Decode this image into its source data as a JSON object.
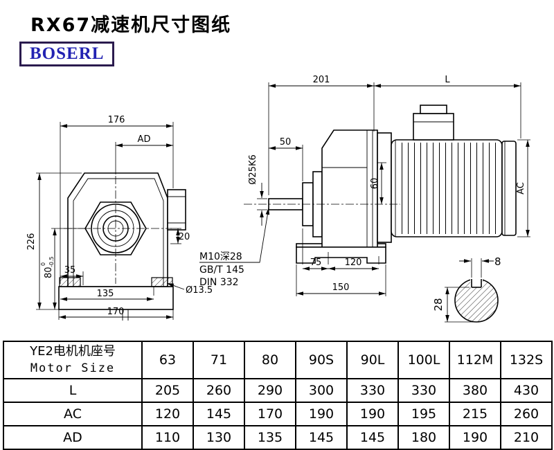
{
  "page": {
    "title": "RX67减速机尺寸图纸",
    "logo_text": "BOSERL"
  },
  "drawing": {
    "front_view": {
      "dim_176": "176",
      "dim_ad": "AD",
      "dim_226": "226",
      "dim_80": "80",
      "dim_80_tol_upper": "0",
      "dim_80_tol_lower": "-0.5",
      "dim_35": "35",
      "dim_135": "135",
      "dim_170": "170",
      "dim_20": "20",
      "dim_foot_hole": "Ø13.5"
    },
    "side_view": {
      "dim_201": "201",
      "dim_L": "L",
      "dim_50": "50",
      "dim_shaft": "Ø25K6",
      "dim_60": "60",
      "dim_ac": "AC",
      "thread_note_line1": "M10深28",
      "thread_note_line2": "GB/T 145",
      "thread_note_line3": "DIN 332",
      "dim_75": "75",
      "dim_120": "120",
      "dim_150": "150"
    },
    "shaft_end_view": {
      "dim_key_width": "8",
      "dim_28": "28"
    }
  },
  "table": {
    "header": {
      "label_cn": "YE2电机机座号",
      "label_en": "Motor Size",
      "sizes": [
        "63",
        "71",
        "80",
        "90S",
        "90L",
        "100L",
        "112M",
        "132S"
      ]
    },
    "rows": [
      {
        "label": "L",
        "values": [
          "205",
          "260",
          "290",
          "300",
          "330",
          "330",
          "380",
          "430"
        ]
      },
      {
        "label": "AC",
        "values": [
          "120",
          "145",
          "170",
          "190",
          "190",
          "195",
          "215",
          "260"
        ]
      },
      {
        "label": "AD",
        "values": [
          "110",
          "130",
          "135",
          "145",
          "145",
          "180",
          "190",
          "210"
        ]
      }
    ]
  }
}
